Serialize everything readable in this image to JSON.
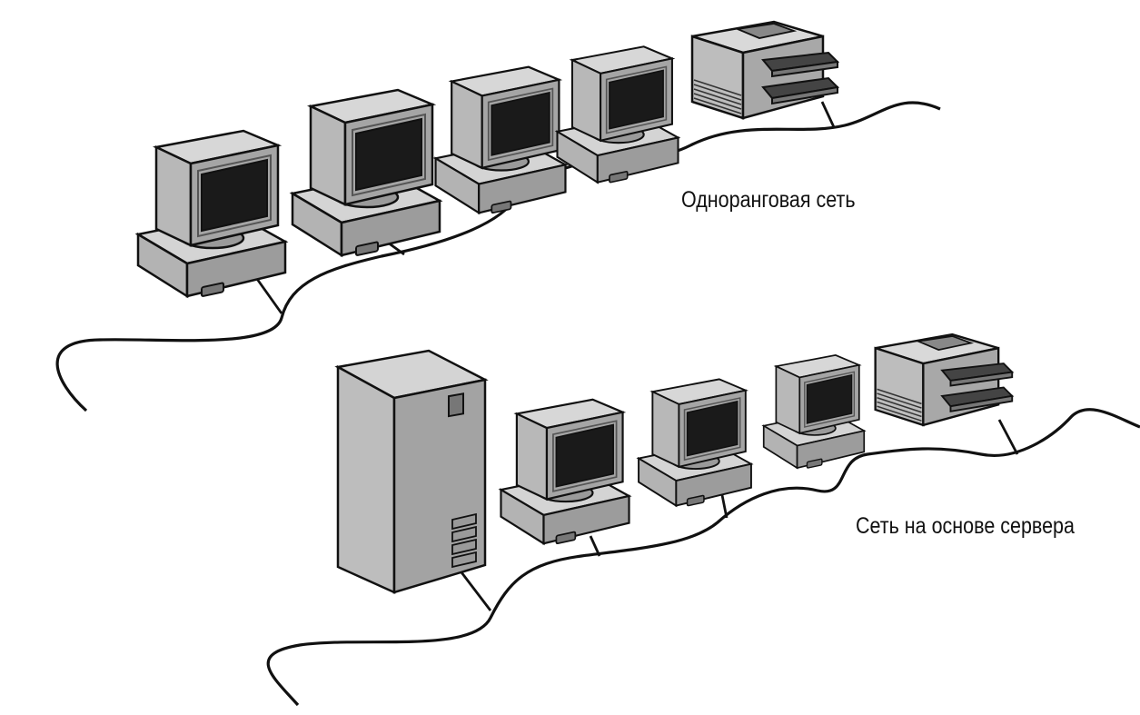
{
  "labels": {
    "peer_to_peer": "Одноранговая сеть",
    "server_based": "Сеть на основе сервера"
  },
  "networks": [
    {
      "id": "peer_to_peer",
      "workstations": 4,
      "printers": 1,
      "servers": 0
    },
    {
      "id": "server_based",
      "workstations": 3,
      "printers": 1,
      "servers": 1
    }
  ],
  "colors": {
    "outline": "#111111",
    "case_light": "#c8c8c8",
    "case_mid": "#a9a9a9",
    "case_dark": "#8a8a8a",
    "screen": "#1a1a1a",
    "cable": "#111111"
  }
}
